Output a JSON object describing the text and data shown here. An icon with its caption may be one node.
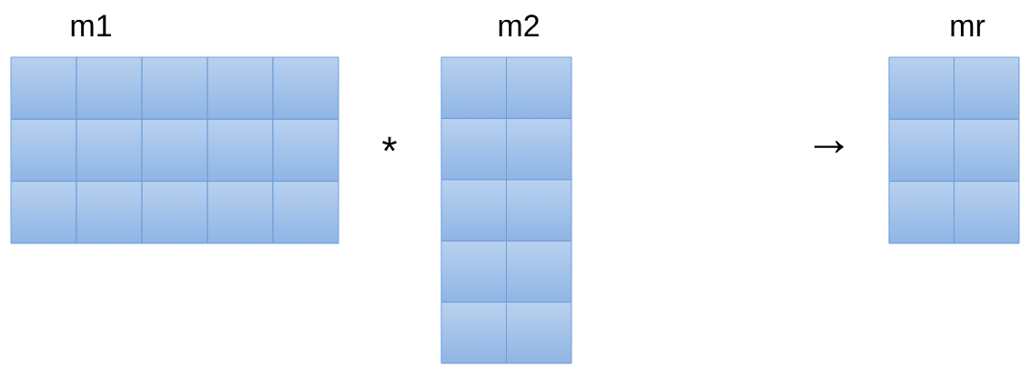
{
  "diagram": {
    "nodes": [
      {
        "text": [
          "m1"
        ]
      },
      {
        "text": [
          "m2"
        ]
      },
      {
        "text": [
          "mr"
        ]
      }
    ],
    "labels": [
      "*",
      "→"
    ]
  }
}
